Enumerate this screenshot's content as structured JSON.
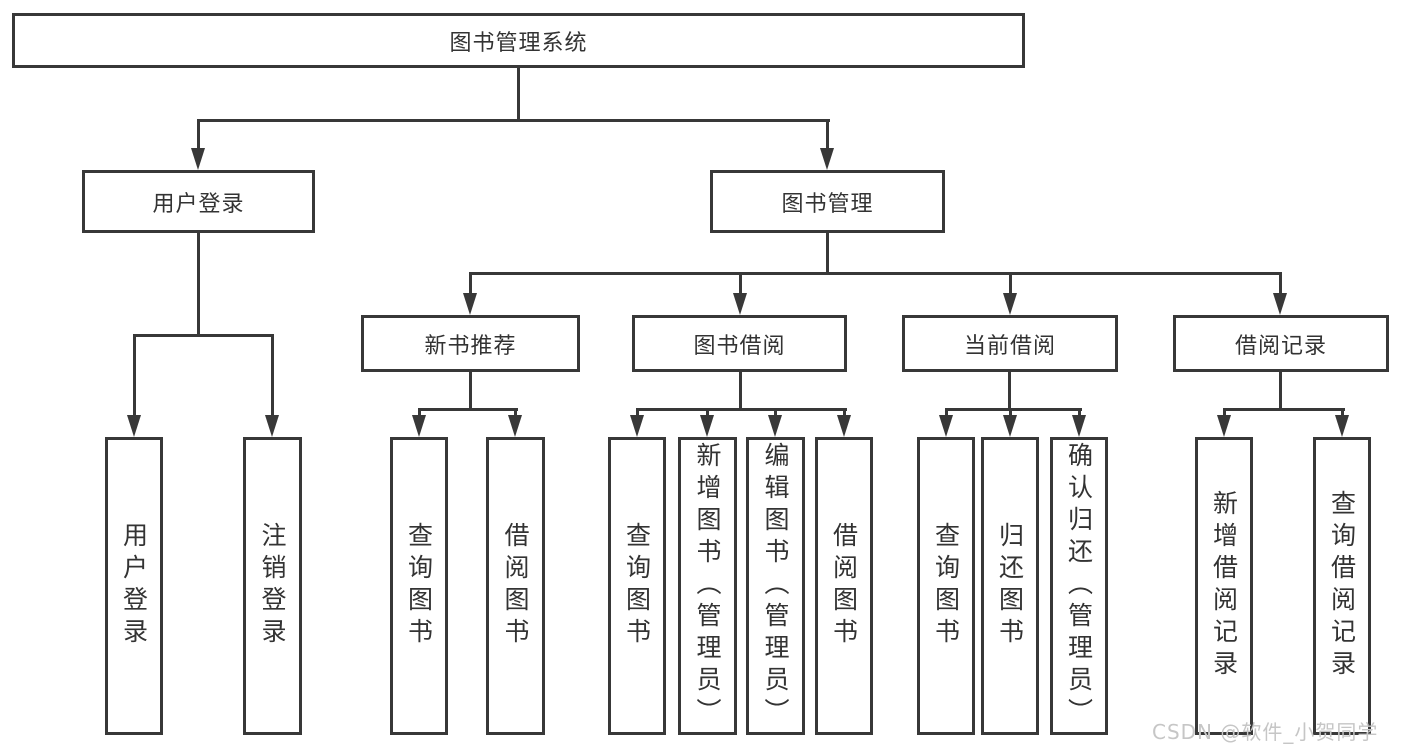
{
  "diagram": {
    "root": {
      "label": "图书管理系统"
    },
    "user_branch": {
      "label": "用户登录",
      "children": [
        {
          "label": "用户登录"
        },
        {
          "label": "注销登录"
        }
      ]
    },
    "book_branch": {
      "label": "图书管理",
      "groups": [
        {
          "label": "新书推荐",
          "children": [
            {
              "label": "查询图书"
            },
            {
              "label": "借阅图书"
            }
          ]
        },
        {
          "label": "图书借阅",
          "children": [
            {
              "label": "查询图书"
            },
            {
              "label": "新增图书（管理员）"
            },
            {
              "label": "编辑图书（管理员）"
            },
            {
              "label": "借阅图书"
            }
          ]
        },
        {
          "label": "当前借阅",
          "children": [
            {
              "label": "查询图书"
            },
            {
              "label": "归还图书"
            },
            {
              "label": "确认归还（管理员）"
            }
          ]
        },
        {
          "label": "借阅记录",
          "children": [
            {
              "label": "新增借阅记录"
            },
            {
              "label": "查询借阅记录"
            }
          ]
        }
      ]
    },
    "colors": {
      "line": "#383838",
      "text": "#333333",
      "watermark": "#c6c6c6"
    }
  },
  "watermark": {
    "text": "CSDN @软件_小贺同学"
  }
}
